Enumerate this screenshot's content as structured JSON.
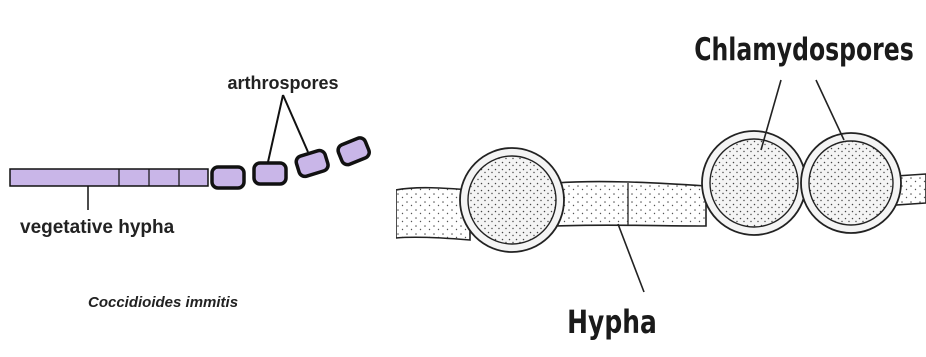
{
  "left_panel": {
    "arthrospores_label": "arthrospores",
    "hypha_label": "vegetative hypha",
    "species_label": "Coccidioides immitis",
    "hypha_fill": "#c9b6e8",
    "stroke": "#111111"
  },
  "right_panel": {
    "chlamydospores_label": "Chlamydospores",
    "hypha_label": "Hypha",
    "ink": "#222222"
  }
}
